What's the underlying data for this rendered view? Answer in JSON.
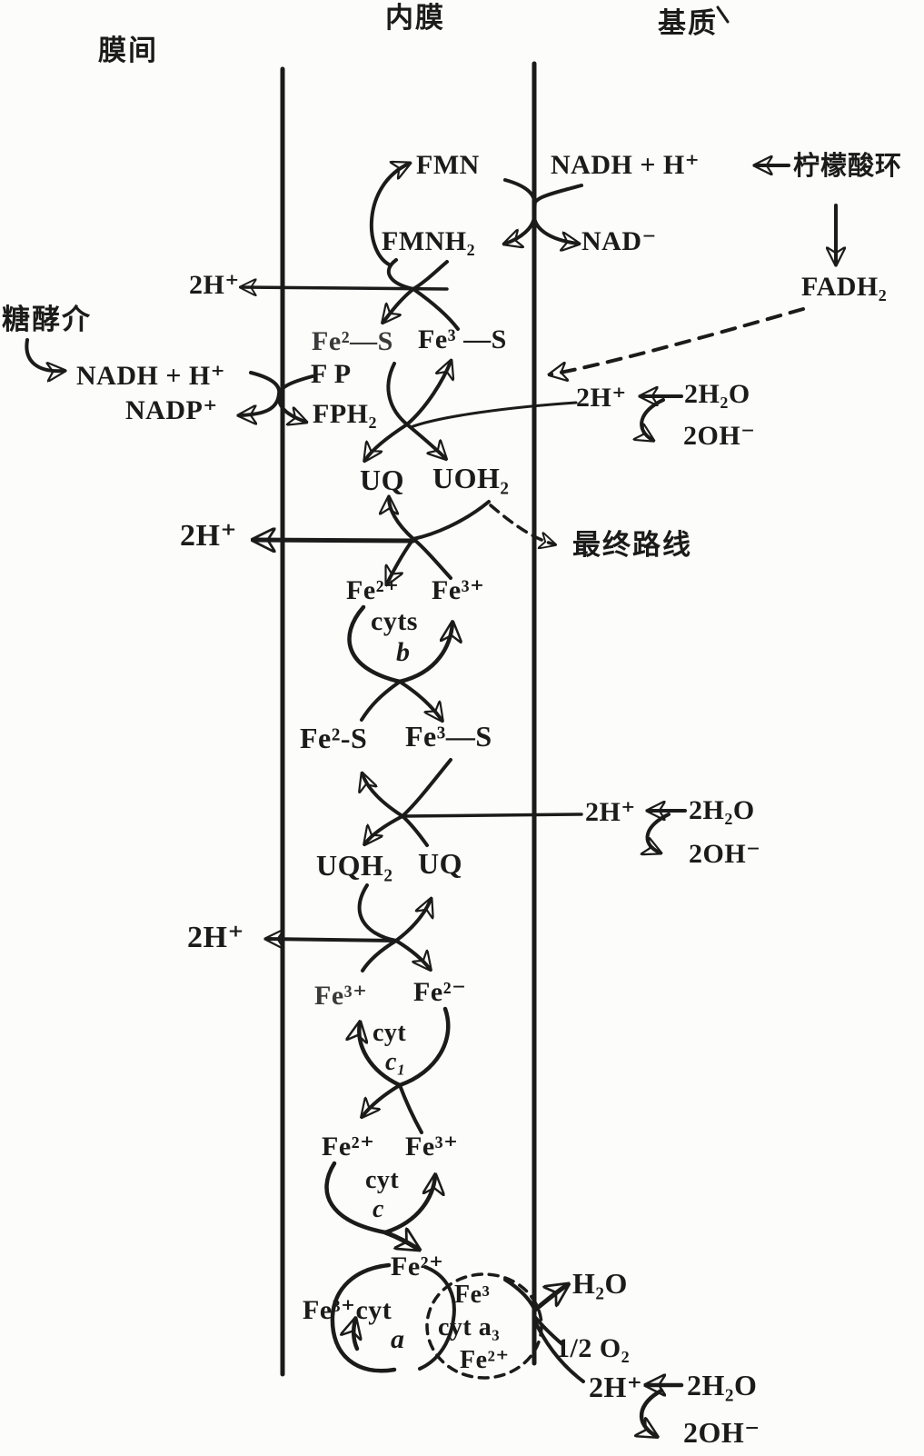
{
  "colors": {
    "ink": "#1b1b1b",
    "paper": "#fcfcfa"
  },
  "regions": {
    "intermembrane": "膜间",
    "inner_membrane": "内膜",
    "matrix": "基质"
  },
  "labels": {
    "citric_acid_cycle": "柠檬酸环",
    "glycolysis": "糖酵介",
    "final_route": "最终路线",
    "fmn": "FMN",
    "nadh_matrix": "NADH + H⁺",
    "fmnh2": "FMNH₂",
    "nad_minus": "NAD⁻",
    "fadh2": "FADH₂",
    "proton_top": "2H⁺",
    "fes_1_left": "Fe²—S",
    "fes_1_right": "Fe³ —S",
    "nadh_intermembrane": "NADH + H⁺",
    "nadp": "NADP⁺",
    "fp": "F P",
    "fph2": "FPH₂",
    "proton_r1": "2H⁺",
    "water_r1": "2H₂O",
    "hydroxide_r1": "2OH⁻",
    "uq_1": "UQ",
    "uoh2": "UOH₂",
    "proton_mid": "2H⁺",
    "fe2_b": "Fe²⁺",
    "fe3_b": "Fe³⁺",
    "cyts": "cyts",
    "b": "b",
    "fes_2_left": "Fe²-S",
    "fes_2_right": "Fe³—S",
    "proton_r2": "2H⁺",
    "water_r2": "2H₂O",
    "hydroxide_r2": "2OH⁻",
    "uqh2": "UQH₂",
    "uq_2": "UQ",
    "proton_low": "2H⁺",
    "fe3_c1": "Fe³⁺",
    "fe2_c1": "Fe²⁻",
    "cyt_c1": "cyt",
    "c1": "c₁",
    "fe2_c": "Fe²⁺",
    "fe3_c": "Fe³⁺",
    "cyt_c": "cyt",
    "c": "c",
    "fe2_a": "Fe²⁺",
    "fe3_cyt_a": "Fe³⁺cyt",
    "a": "a",
    "fe3_a3": "Fe³",
    "cyt_a3": "cyt a₃",
    "fe2_a3": "Fe²⁺",
    "water_product": "H₂O",
    "half_o2": "1/2 O₂",
    "proton_bottom": "2H⁺",
    "water_r3": "2H₂O",
    "hydroxide_r3": "2OH⁻"
  }
}
